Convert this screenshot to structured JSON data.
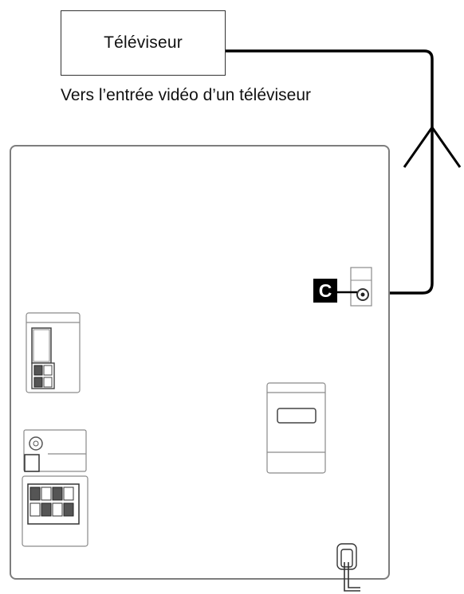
{
  "tv": {
    "label": "Téléviseur"
  },
  "caption": "Vers l’entrée vidéo d’un téléviseur",
  "marker": {
    "label": "C"
  },
  "colors": {
    "line": "#000000",
    "outline": "#555555",
    "panel": "#8a8a8a"
  }
}
